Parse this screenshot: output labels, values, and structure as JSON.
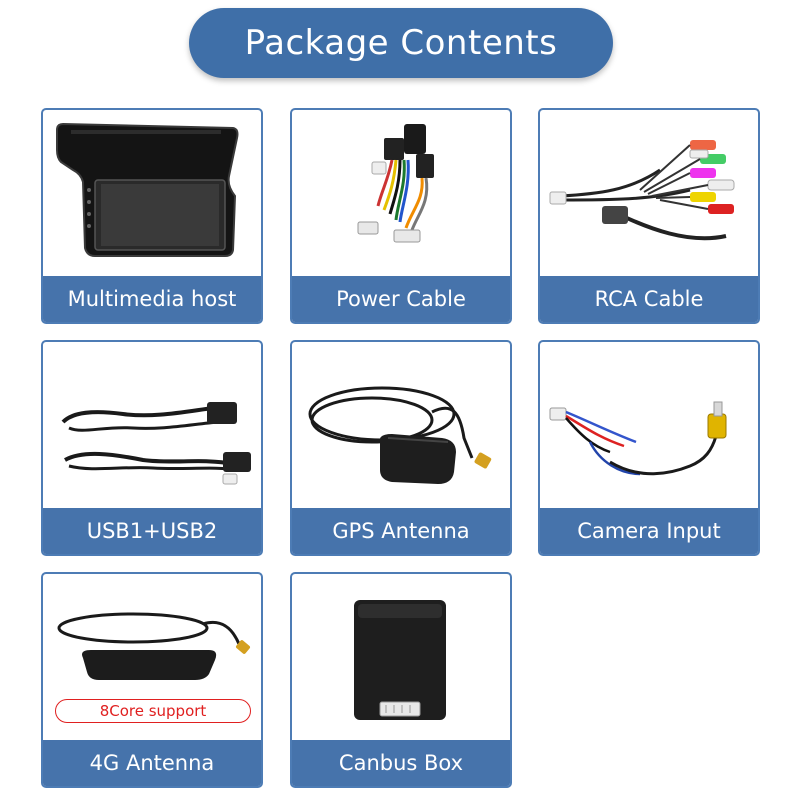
{
  "header": {
    "title": "Package Contents"
  },
  "items": [
    {
      "label": "Multimedia host",
      "icon": "multimedia-host-icon"
    },
    {
      "label": "Power Cable",
      "icon": "power-cable-icon"
    },
    {
      "label": "RCA Cable",
      "icon": "rca-cable-icon"
    },
    {
      "label": "USB1+USB2",
      "icon": "usb-cable-icon"
    },
    {
      "label": "GPS Antenna",
      "icon": "gps-antenna-icon"
    },
    {
      "label": "Camera Input",
      "icon": "camera-input-icon"
    },
    {
      "label": "4G Antenna",
      "icon": "4g-antenna-icon",
      "badge": "8Core support"
    },
    {
      "label": "Canbus Box",
      "icon": "canbus-box-icon"
    }
  ],
  "colors": {
    "accent": "#4673ab",
    "badge": "#e02020"
  }
}
